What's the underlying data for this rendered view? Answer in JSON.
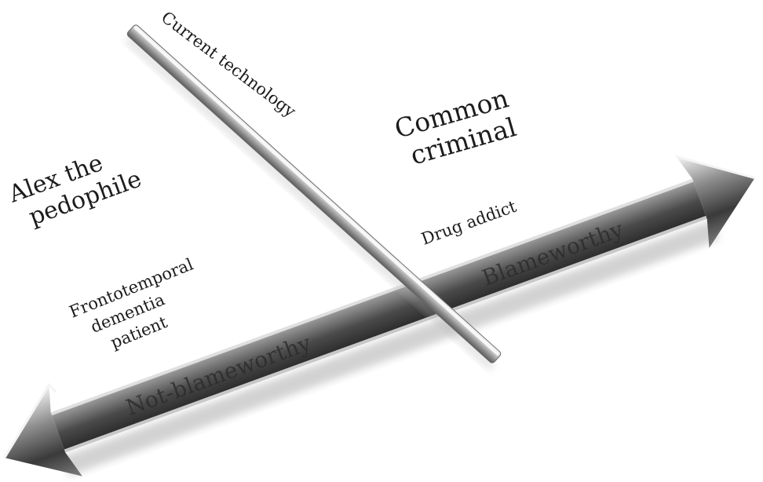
{
  "diagram": {
    "labels": {
      "current_technology": "Current technology",
      "common": "Common",
      "criminal": "criminal",
      "alex_line1": "Alex the",
      "alex_line2": "pedophile",
      "drug_addict": "Drug addict",
      "ftd_line1": "Frontotemporal",
      "ftd_line2": "dementia",
      "ftd_line3": "patient"
    },
    "arrow": {
      "left_label": "Not-blameworthy",
      "right_label": "Blameworthy"
    }
  }
}
